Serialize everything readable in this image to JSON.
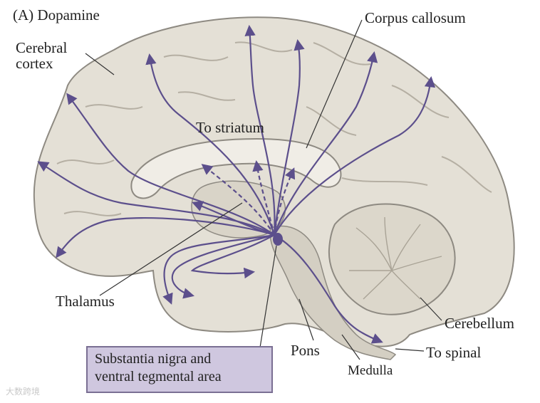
{
  "figure": {
    "title": "(A) Dopamine",
    "colors": {
      "brain_fill": "#e4e0d6",
      "brain_outline": "#8e8a82",
      "pathway": "#5c4f8c",
      "box_fill": "#cfc7df",
      "box_border": "#7a6f93"
    }
  },
  "labels": {
    "cerebral_cortex": "Cerebral\ncortex",
    "corpus_callosum": "Corpus callosum",
    "to_striatum": "To striatum",
    "thalamus": "Thalamus",
    "cerebellum": "Cerebellum",
    "pons": "Pons",
    "medulla": "Medulla",
    "to_spinal": "To spinal",
    "source_nuclei": "Substantia nigra and\nventral tegmental area"
  },
  "watermark": "大数跨境"
}
